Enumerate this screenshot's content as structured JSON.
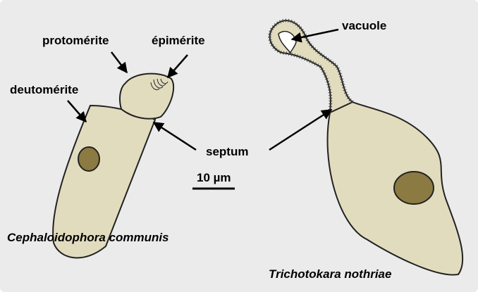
{
  "labels": {
    "protomerite": "protomérite",
    "epimerite": "épimérite",
    "deutomerite": "deutomérite",
    "septum": "septum",
    "vacuole": "vacuole",
    "scale": "10 µm"
  },
  "species": {
    "left": "Cephaloidophora communis",
    "right": "Trichotokara nothriae"
  },
  "colors": {
    "background": "#ebebeb",
    "cell_fill": "#e2dcbf",
    "nucleus_fill": "#8b7b42",
    "outline": "#222222"
  }
}
